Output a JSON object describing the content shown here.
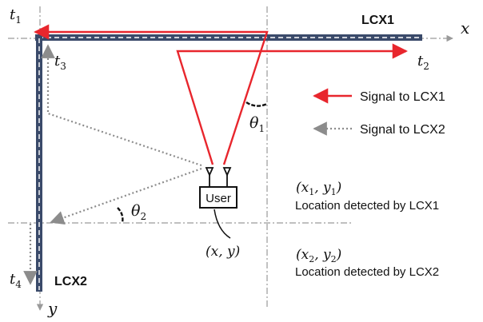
{
  "labels": {
    "t1": "t",
    "t1_sub": "1",
    "t2": "t",
    "t2_sub": "2",
    "t3": "t",
    "t3_sub": "3",
    "t4": "t",
    "t4_sub": "4",
    "x_axis": "x",
    "y_axis": "y",
    "lcx1": "LCX1",
    "lcx2": "LCX2",
    "theta1": "θ",
    "theta1_sub": "1",
    "theta2": "θ",
    "theta2_sub": "2",
    "user": "User",
    "user_coord": "(x, y)",
    "loc1_coord_prefix": "(x",
    "loc1_coord_sub1": "1",
    "loc1_coord_mid": ", y",
    "loc1_coord_sub2": "1",
    "loc1_coord_suffix": ")",
    "loc1_text": "Location detected by LCX1",
    "loc2_coord_prefix": "(x",
    "loc2_coord_sub1": "2",
    "loc2_coord_mid": ", y",
    "loc2_coord_sub2": "2",
    "loc2_coord_suffix": ")",
    "loc2_text": "Location detected by LCX2"
  },
  "legend": {
    "signal1": "Signal to LCX1",
    "signal2": "Signal to LCX2"
  },
  "colors": {
    "cable": "#3a4a6a",
    "signal1": "#e8262d",
    "signal2": "#8c8c8c",
    "axis": "#9a9a9a",
    "text": "#111111"
  }
}
